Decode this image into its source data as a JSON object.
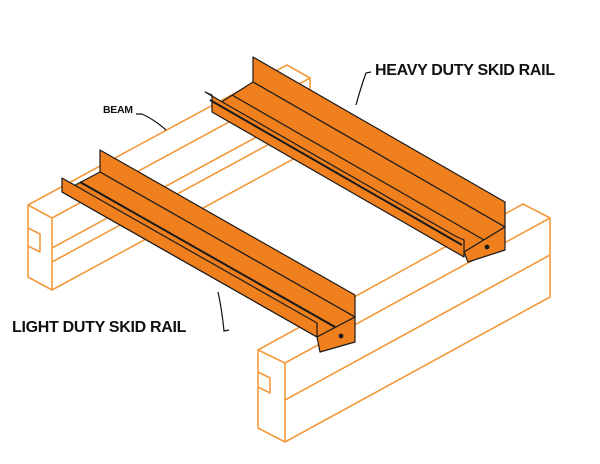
{
  "labels": {
    "heavy_rail": "HEAVY DUTY SKID RAIL",
    "light_rail": "LIGHT DUTY SKID RAIL",
    "beam": "BEAM"
  },
  "colors": {
    "rail_fill": "#F07F1E",
    "beam_outline": "#F39A3C",
    "edge": "#1a1a1a"
  }
}
